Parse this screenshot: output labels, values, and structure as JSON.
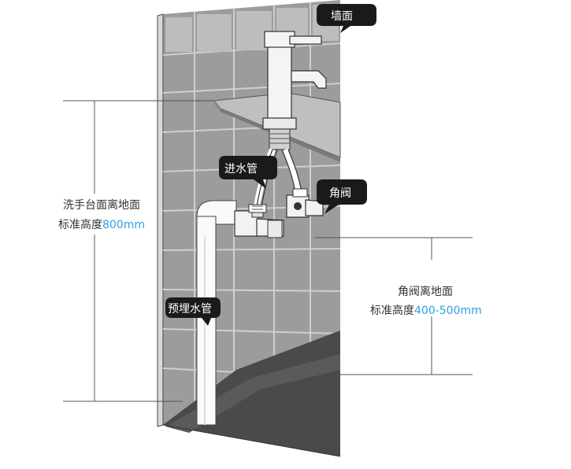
{
  "labels": {
    "wall": "墙面",
    "inlet_pipe": "进水管",
    "angle_valve": "角阀",
    "embedded_pipe": "预埋水管"
  },
  "dimensions": {
    "basin": {
      "line1": "洗手台面离地面",
      "line2_prefix": "标准高度",
      "line2_value": "800mm"
    },
    "valve": {
      "line1": "角阀离地面",
      "line2_prefix": "标准高度",
      "line2_value": "400-500mm"
    }
  },
  "colors": {
    "highlight": "#2fa0e0",
    "bubble": "#1a1a1a"
  }
}
